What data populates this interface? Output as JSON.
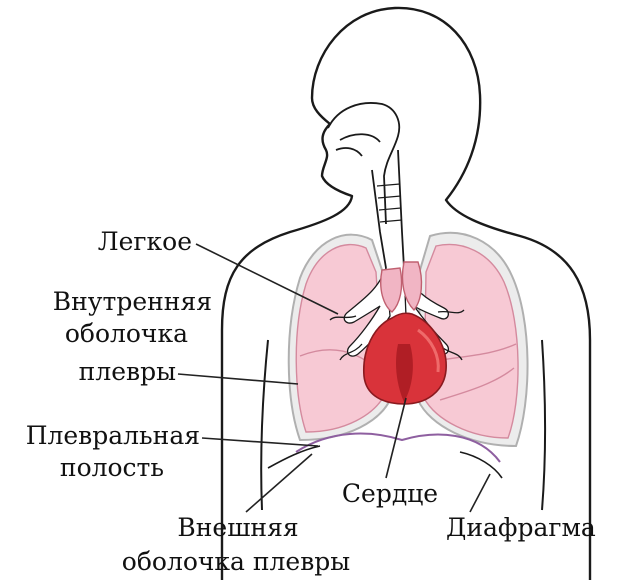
{
  "diagram": {
    "labels": {
      "lung": "Легкое",
      "inner_pleura_1": "Внутренняя",
      "inner_pleura_2": "оболочка",
      "inner_pleura_3": "плевры",
      "pleural_cavity_1": "Плевральная",
      "pleural_cavity_2": "полость",
      "heart": "Сердце",
      "diaphragm": "Диафрагма",
      "outer_pleura_1": "Внешняя",
      "outer_pleura_2": "оболочка плевры"
    },
    "colors": {
      "outline": "#1a1a1a",
      "lung_fill": "#f7c9d4",
      "lung_shade": "#f1b5c4",
      "pleura_gap": "#ececec",
      "pleura_line": "#b0b0b0",
      "heart_fill": "#d9333a",
      "heart_dark": "#b01e25",
      "heart_light": "#ef6a6a",
      "bronchi": "#ffffff",
      "diaphragm_line": "#8e5fa0"
    }
  }
}
